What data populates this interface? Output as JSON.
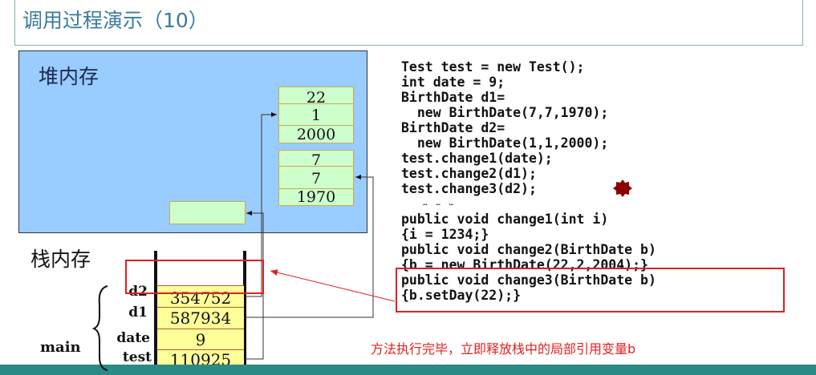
{
  "title": "调用过程演示（10）",
  "heap": {
    "label": "堆内存",
    "object_d2": [
      "22",
      "1",
      "2000"
    ],
    "object_d1": [
      "7",
      "7",
      "1970"
    ]
  },
  "stack": {
    "label": "栈内存",
    "frame_label": "main",
    "variables": [
      {
        "name": "d2",
        "value": "354752"
      },
      {
        "name": "d1",
        "value": "587934"
      },
      {
        "name": "date",
        "value": "9"
      },
      {
        "name": "test",
        "value": "110925"
      }
    ]
  },
  "code": {
    "lines": [
      "Test test = new Test();",
      "int date = 9;",
      "BirthDate d1=",
      "  new BirthDate(7,7,1970);",
      "BirthDate d2=",
      "  new BirthDate(1,1,2000);",
      "test.change1(date);",
      "test.change2(d1);",
      "test.change3(d2);",
      "     …  …  …",
      "public void change1(int i)",
      "{i = 1234;}",
      "public void change2(BirthDate b)",
      "{b = new BirthDate(22,2,2004);}",
      "public void change3(BirthDate b)",
      "{b.setDay(22);}"
    ]
  },
  "message": "方法执行完毕，立即释放栈中的局部引用变量b",
  "colors": {
    "heap": "#99ccff",
    "object": "#ccffcc",
    "stack_cell": "#ffff99",
    "highlight": "#e02020",
    "band": "#2a8a86",
    "marker": "#8b0000"
  },
  "icons": {
    "current_line_marker": "star-burst-icon"
  }
}
